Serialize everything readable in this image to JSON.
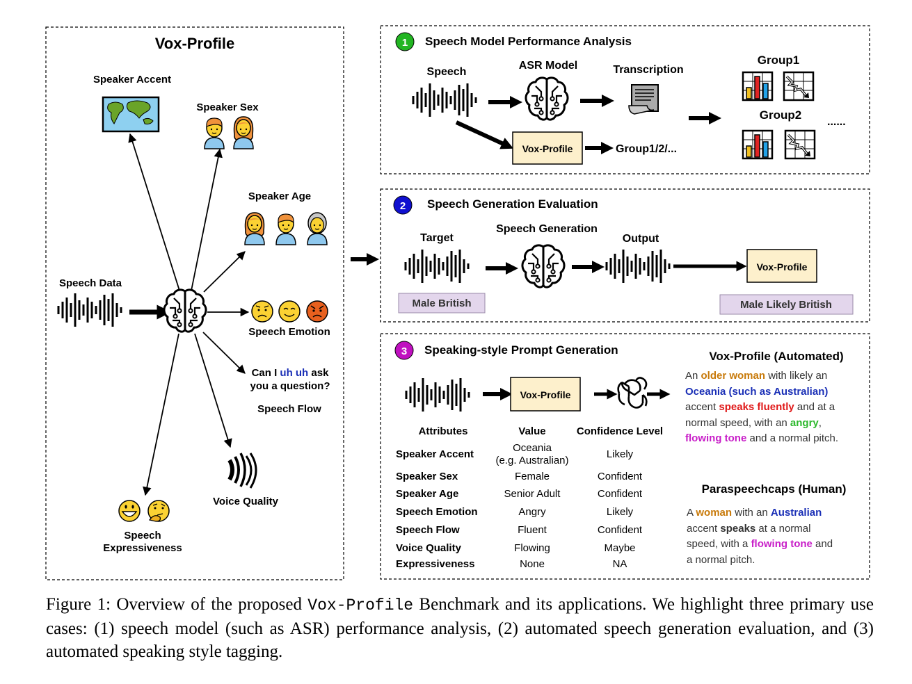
{
  "left_panel": {
    "title": "Vox-Profile",
    "speech_data": "Speech Data",
    "speaker_accent": "Speaker Accent",
    "speaker_sex": "Speaker Sex",
    "speaker_age": "Speaker Age",
    "speech_emotion": "Speech Emotion",
    "flow_line1_pre": "Can I ",
    "flow_line1_filler": "uh uh",
    "flow_line1_post": " ask",
    "flow_line2": "you a question?",
    "speech_flow": "Speech Flow",
    "voice_quality": "Voice Quality",
    "expressiveness_line1": "Speech",
    "expressiveness_line2": "Expressiveness"
  },
  "panel1": {
    "number": "1",
    "number_color": "#22b522",
    "title": "Speech Model Performance Analysis",
    "speech": "Speech",
    "asr_model": "ASR Model",
    "transcription": "Transcription",
    "vox_profile": "Vox-Profile",
    "groups_out": "Group1/2/...",
    "group1": "Group1",
    "group2": "Group2",
    "ellipsis": "......"
  },
  "panel2": {
    "number": "2",
    "number_color": "#1010d0",
    "title": "Speech Generation Evaluation",
    "target": "Target",
    "speech_generation": "Speech Generation",
    "output": "Output",
    "vox_profile": "Vox-Profile",
    "target_label": "Male British",
    "output_label": "Male Likely British"
  },
  "panel3": {
    "number": "3",
    "number_color": "#c010c0",
    "title": "Speaking-style Prompt Generation",
    "vox_profile": "Vox-Profile",
    "table": {
      "headers": [
        "Attributes",
        "Value",
        "Confidence Level"
      ],
      "rows": [
        {
          "attr": "Speaker Accent",
          "value1": "Oceania",
          "value2": "(e.g. Australian)",
          "conf": "Likely"
        },
        {
          "attr": "Speaker Sex",
          "value1": "Female",
          "value2": "",
          "conf": "Confident"
        },
        {
          "attr": "Speaker Age",
          "value1": "Senior Adult",
          "value2": "",
          "conf": "Confident"
        },
        {
          "attr": "Speech Emotion",
          "value1": "Angry",
          "value2": "",
          "conf": "Likely"
        },
        {
          "attr": "Speech Flow",
          "value1": "Fluent",
          "value2": "",
          "conf": "Confident"
        },
        {
          "attr": "Voice Quality",
          "value1": "Flowing",
          "value2": "",
          "conf": "Maybe"
        },
        {
          "attr": "Expressiveness",
          "value1": "None",
          "value2": "",
          "conf": "NA"
        }
      ]
    },
    "auto_heading": "Vox-Profile (Automated)",
    "auto": {
      "t1": "An ",
      "h1": "older woman",
      "t2": " with likely an",
      "h2": "Oceania (such as Australian)",
      "t3": "accent ",
      "h3": "speaks fluently",
      "t4": " and at a",
      "t5": "normal speed, with an ",
      "h4": "angry",
      "t6": ",",
      "h5": "flowing tone",
      "t7": " and a normal pitch."
    },
    "human_heading": "Paraspeechcaps (Human)",
    "human": {
      "t1": "A ",
      "h1": "woman",
      "t2": " with an ",
      "h2": "Australian",
      "t3": "accent ",
      "h3": "speaks",
      "t4": " at a normal",
      "t5": "speed, with a ",
      "h4": "flowing tone",
      "t6": " and",
      "t7": "a normal pitch."
    }
  },
  "caption": {
    "part1": "Figure 1: Overview of the proposed ",
    "mono": "Vox-Profile",
    "part2": " Benchmark and its applications. We highlight three primary use cases: (1) speech model (such as ASR) performance analysis, (2) automated speech generation evaluation, and (3) automated speaking style tagging."
  },
  "colors": {
    "vox_box_fill": "#fdf0cc",
    "label_box_fill": "#e3d6ec",
    "label_box_stroke": "#9a8aa8",
    "map_water": "#8ed0f0",
    "map_land": "#6aa428",
    "face_yellow": "#fbd233",
    "face_orange": "#f0923c",
    "shirt_blue": "#8ec8ee"
  }
}
